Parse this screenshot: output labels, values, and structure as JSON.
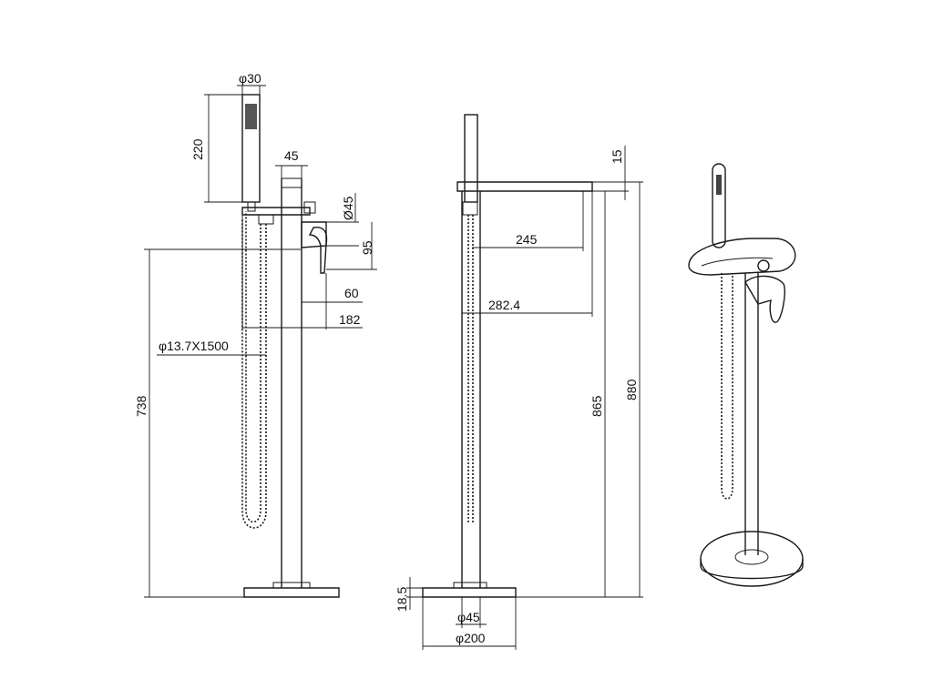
{
  "drawing": {
    "labels": {
      "d30": "φ30",
      "d220": "220",
      "d45_top": "45",
      "d45_circle": "Ø45",
      "d95": "95",
      "d60": "60",
      "d182": "182",
      "hose_spec": "φ13.7X1500",
      "d738": "738",
      "d15": "15",
      "d245": "245",
      "d282": "282.4",
      "d865": "865",
      "d880": "880",
      "d18_5": "18.5",
      "d45_base": "φ45",
      "d200": "φ200"
    },
    "colors": {
      "line": "#1a1a1a",
      "background": "#ffffff"
    }
  }
}
